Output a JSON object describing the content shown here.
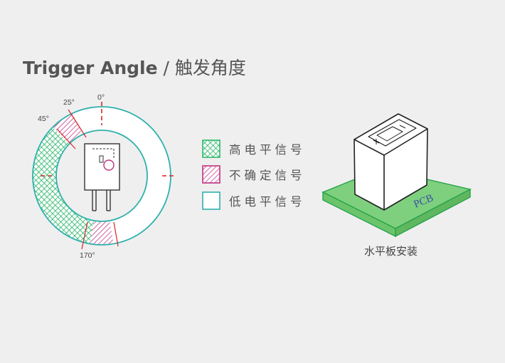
{
  "title": {
    "en": "Trigger Angle",
    "sep": "/",
    "zh": "触发角度"
  },
  "angles": {
    "a0": "0°",
    "a25": "25°",
    "a45": "45°",
    "a170": "170°"
  },
  "legend": [
    {
      "label": "高电平信号",
      "pattern": "green-crosshatch"
    },
    {
      "label": "不确定信号",
      "pattern": "magenta-hatch"
    },
    {
      "label": "低电平信号",
      "pattern": "teal-outline"
    }
  ],
  "pcb_label": "PCB",
  "caption": "水平板安装",
  "colors": {
    "green": "#2eb86a",
    "magenta": "#c0307f",
    "teal": "#2fb0ac",
    "red": "#d6252b",
    "pcb_green": "#7ed07e",
    "pcb_line": "#27a34a",
    "text": "#555555"
  }
}
